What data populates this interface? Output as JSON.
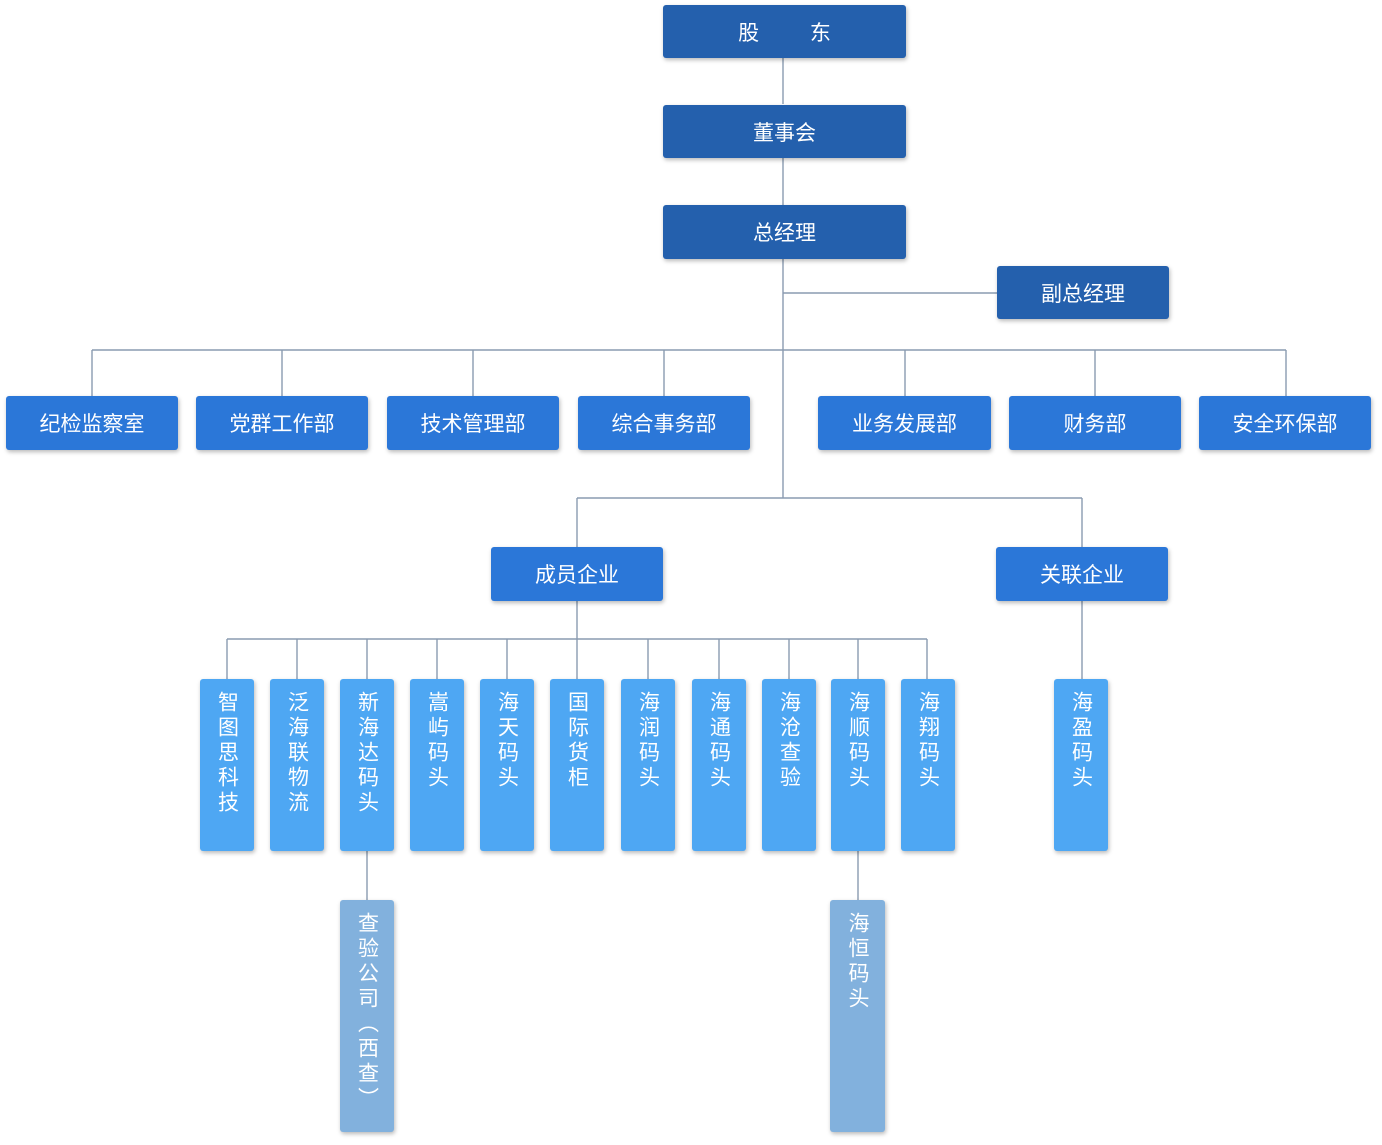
{
  "top": {
    "shareholders": "股 东",
    "board": "董事会",
    "gm": "总经理",
    "vice_gm": "副总经理"
  },
  "departments": [
    "纪检监察室",
    "党群工作部",
    "技术管理部",
    "综合事务部",
    "业务发展部",
    "财务部",
    "安全环保部"
  ],
  "groups": {
    "members": "成员企业",
    "associates": "关联企业"
  },
  "member_companies": [
    "智图思科技",
    "泛海联物流",
    "新海达码头",
    "嵩屿码头",
    "海天码头",
    "国际货柜",
    "海润码头",
    "海通码头",
    "海沧查验",
    "海顺码头",
    "海翔码头"
  ],
  "associate_companies": [
    "海盈码头"
  ],
  "sub_units": {
    "under_xinhaida": "查验公司（西查）",
    "under_haishun": "海恒码头"
  },
  "colors": {
    "top_level": "#2460ad",
    "department": "#2b77d8",
    "company": "#4ea7f3",
    "sub_unit": "#82b1dd",
    "connector": "#8a9bb0"
  }
}
